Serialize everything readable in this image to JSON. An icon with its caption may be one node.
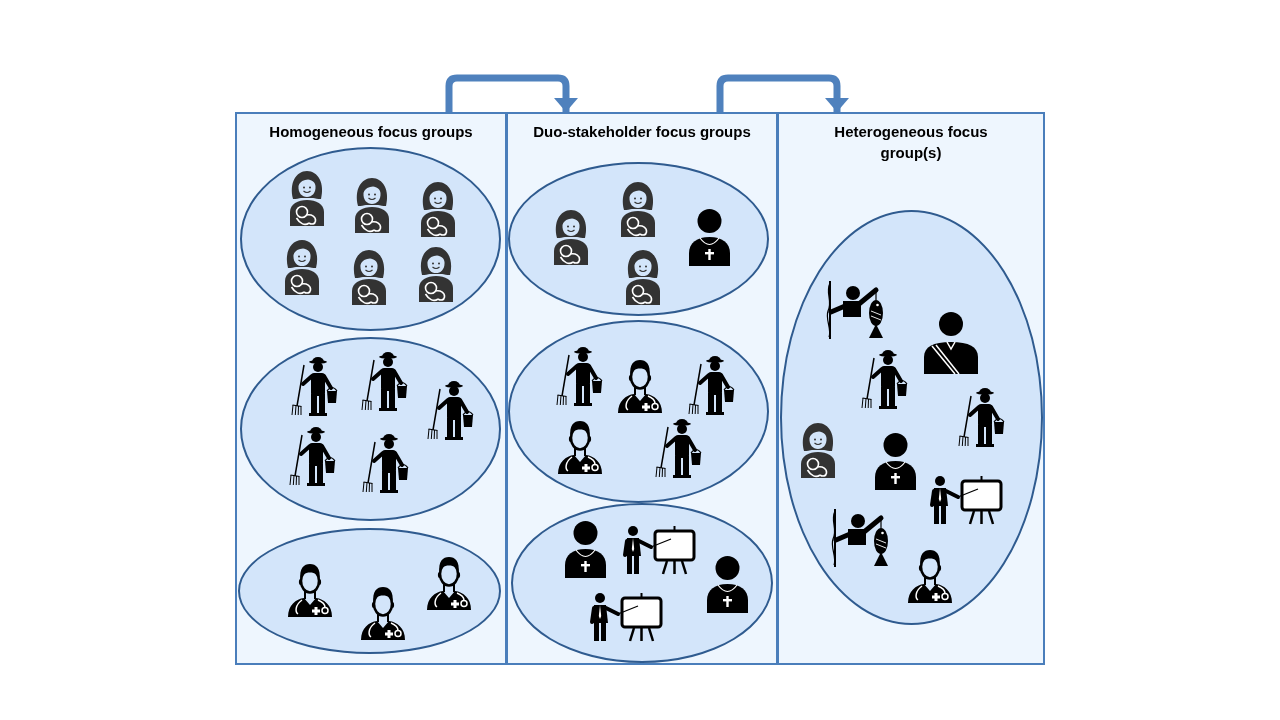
{
  "diagram": {
    "nodes": [
      {
        "text": [
          "Homogeneous focus groups"
        ]
      },
      {
        "text": [],
        "shape": "ellipse",
        "in": 0
      },
      {
        "text": [],
        "shape": "ellipse",
        "in": 0
      },
      {
        "text": [],
        "shape": "ellipse",
        "in": 0
      },
      {
        "text": [
          "Duo-stakeholder focus groups"
        ]
      },
      {
        "text": [],
        "shape": "ellipse",
        "in": 4
      },
      {
        "text": [],
        "shape": "ellipse",
        "in": 4
      },
      {
        "text": [],
        "shape": "ellipse",
        "in": 4
      },
      {
        "text": [
          "Heterogeneous focus group(s)"
        ]
      },
      {
        "text": [],
        "shape": "ellipse",
        "in": 8
      }
    ],
    "edges": [
      {
        "from": 0,
        "to": 4,
        "arrow": "to"
      },
      {
        "from": 4,
        "to": 8,
        "arrow": "to"
      }
    ]
  }
}
